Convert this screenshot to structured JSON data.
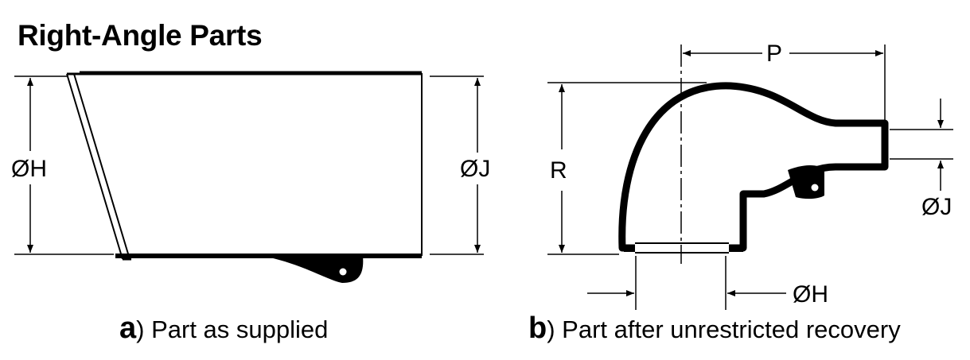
{
  "title": "Right-Angle Parts",
  "caption_a": {
    "letter": "a",
    "text": ") Part as supplied"
  },
  "caption_b": {
    "letter": "b",
    "text": ") Part after unrestricted recovery"
  },
  "dimensions": {
    "a_h": "ØH",
    "a_j": "ØJ",
    "b_p": "P",
    "b_r": "R",
    "b_j": "ØJ",
    "b_h": "ØH"
  },
  "colors": {
    "ink": "#000000",
    "background": "#ffffff"
  }
}
